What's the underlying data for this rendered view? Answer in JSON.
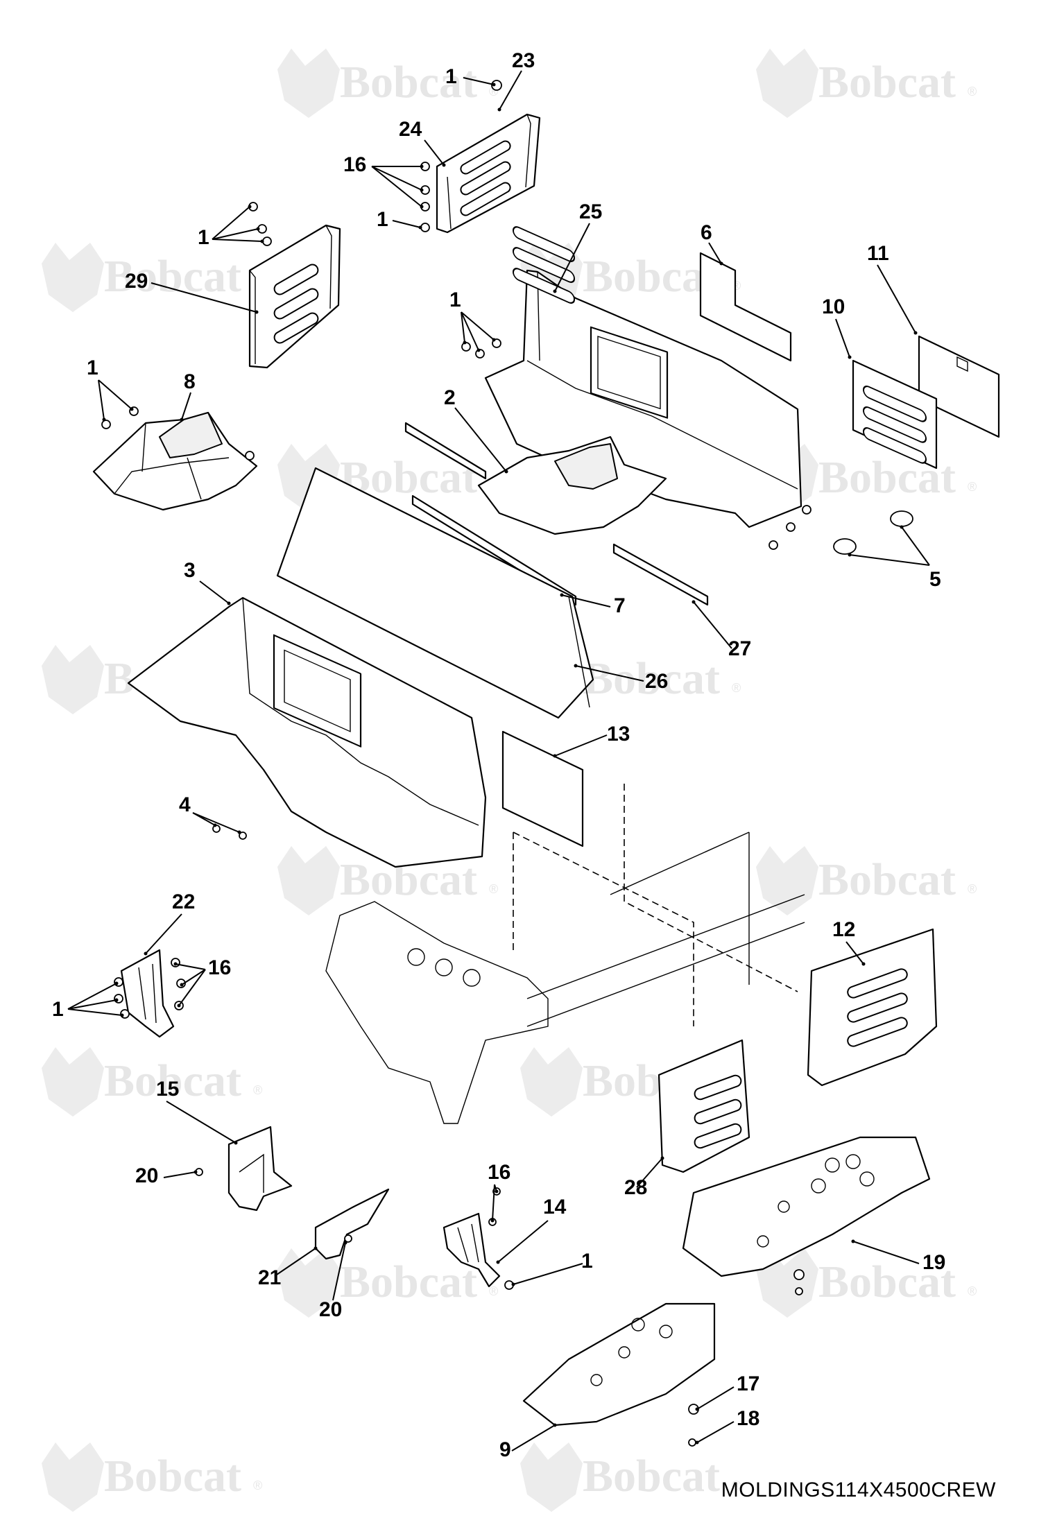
{
  "watermark": {
    "brand": "Bobcat",
    "registered_mark": "®"
  },
  "drawing_code": "MOLDINGS114X4500CREW",
  "callouts": [
    {
      "id": "c1a",
      "label": "1"
    },
    {
      "id": "c23",
      "label": "23"
    },
    {
      "id": "c24",
      "label": "24"
    },
    {
      "id": "c16a",
      "label": "16"
    },
    {
      "id": "c1b",
      "label": "1"
    },
    {
      "id": "c1c",
      "label": "1"
    },
    {
      "id": "c29",
      "label": "29"
    },
    {
      "id": "c25",
      "label": "25"
    },
    {
      "id": "c6",
      "label": "6"
    },
    {
      "id": "c11",
      "label": "11"
    },
    {
      "id": "c10",
      "label": "10"
    },
    {
      "id": "c1d",
      "label": "1"
    },
    {
      "id": "c1e",
      "label": "1"
    },
    {
      "id": "c8",
      "label": "8"
    },
    {
      "id": "c2",
      "label": "2"
    },
    {
      "id": "c5",
      "label": "5"
    },
    {
      "id": "c3",
      "label": "3"
    },
    {
      "id": "c7",
      "label": "7"
    },
    {
      "id": "c27",
      "label": "27"
    },
    {
      "id": "c26",
      "label": "26"
    },
    {
      "id": "c13",
      "label": "13"
    },
    {
      "id": "c4",
      "label": "4"
    },
    {
      "id": "c22",
      "label": "22"
    },
    {
      "id": "c16b",
      "label": "16"
    },
    {
      "id": "c1f",
      "label": "1"
    },
    {
      "id": "c12",
      "label": "12"
    },
    {
      "id": "c15",
      "label": "15"
    },
    {
      "id": "c20a",
      "label": "20"
    },
    {
      "id": "c28",
      "label": "28"
    },
    {
      "id": "c16c",
      "label": "16"
    },
    {
      "id": "c14",
      "label": "14"
    },
    {
      "id": "c1g",
      "label": "1"
    },
    {
      "id": "c21",
      "label": "21"
    },
    {
      "id": "c20b",
      "label": "20"
    },
    {
      "id": "c19",
      "label": "19"
    },
    {
      "id": "c17",
      "label": "17"
    },
    {
      "id": "c18",
      "label": "18"
    },
    {
      "id": "c9",
      "label": "9"
    }
  ]
}
